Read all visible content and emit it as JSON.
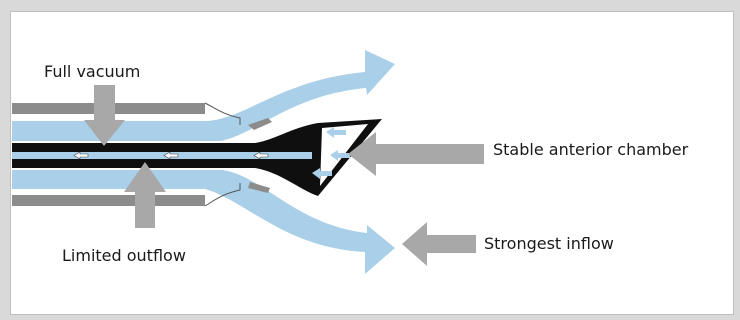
{
  "labels": {
    "full_vacuum": "Full vacuum",
    "limited_outflow": "Limited outflow",
    "stable_anterior_chamber": "Stable anterior chamber",
    "strongest_inflow": "Strongest inflow"
  },
  "colors": {
    "background": "#d9d9d9",
    "panel": "#ffffff",
    "fluid_blue": "#a9cfe9",
    "sleeve_gray": "#8c8c8c",
    "needle_black": "#0f0f0f",
    "indicator_gray": "#a8a8a8",
    "inner_arrow_blue": "#a9cfe9"
  }
}
